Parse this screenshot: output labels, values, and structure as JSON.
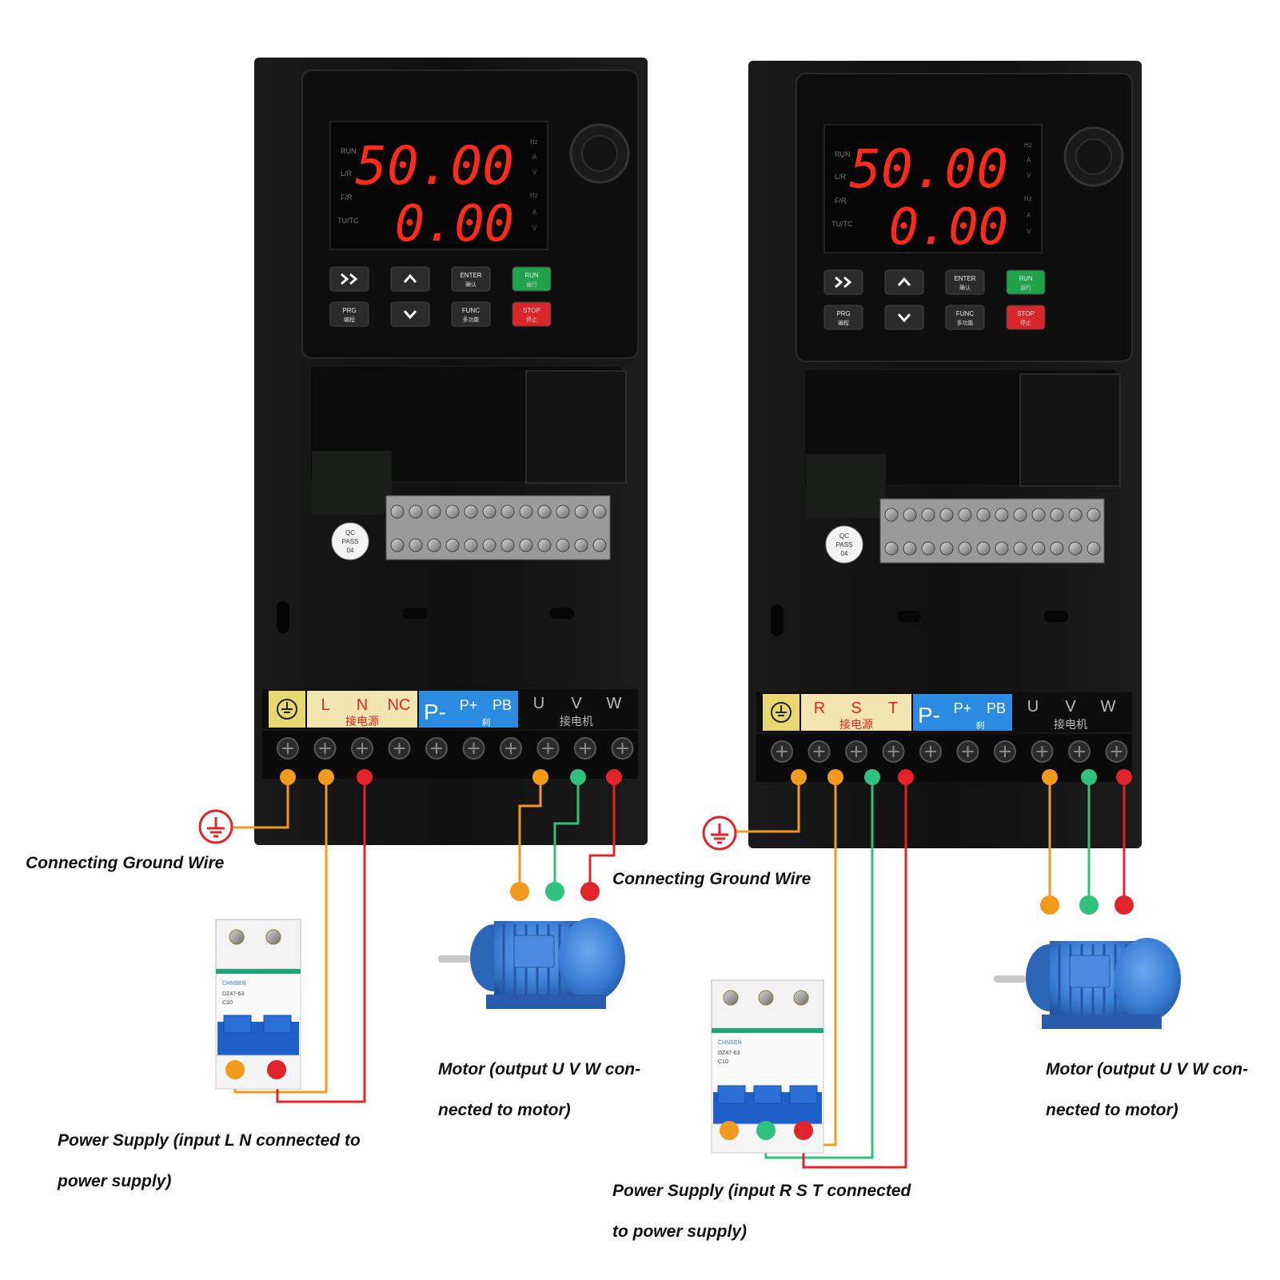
{
  "colors": {
    "ground": "#f29a1e",
    "phase_green": "#2ec27e",
    "phase_red": "#e0242a",
    "led": "#ff2a1a",
    "inverter_body": "#121212",
    "strip_yellow": "#f2e5b0",
    "strip_blue": "#2a8be0",
    "motor_blue": "#3a7ed6"
  },
  "inverters": [
    {
      "display": {
        "top": "50.00",
        "bottom": "0.00",
        "indicators": [
          "RUN",
          "L/R",
          "F/R",
          "TU/TC"
        ],
        "units_top": [
          "Hz",
          "A",
          "V"
        ],
        "units_bottom": [
          "Hz",
          "A",
          "V"
        ]
      },
      "keys": [
        {
          "id": "shift",
          "label": ">>",
          "sub": "",
          "icon": "double-chevron-right-icon",
          "color": "#2b2b2b"
        },
        {
          "id": "up",
          "label": "^",
          "sub": "",
          "icon": "chevron-up-icon",
          "color": "#2b2b2b"
        },
        {
          "id": "enter",
          "label": "ENTER",
          "sub": "确认",
          "icon": "",
          "color": "#2b2b2b"
        },
        {
          "id": "run",
          "label": "RUN",
          "sub": "运行",
          "icon": "",
          "color": "#1fa34a"
        },
        {
          "id": "prg",
          "label": "PRG",
          "sub": "编程",
          "icon": "",
          "color": "#2b2b2b"
        },
        {
          "id": "down",
          "label": "v",
          "sub": "",
          "icon": "chevron-down-icon",
          "color": "#2b2b2b"
        },
        {
          "id": "func",
          "label": "FUNC",
          "sub": "多功能",
          "icon": "",
          "color": "#2b2b2b"
        },
        {
          "id": "stop",
          "label": "STOP",
          "sub": "停止",
          "icon": "",
          "color": "#d8262b"
        }
      ],
      "terminals": {
        "input": [
          "L",
          "N",
          "NC"
        ],
        "input_caption": "接电源",
        "brake": [
          "P-",
          "P+",
          "PB"
        ],
        "brake_caption": "刹",
        "output": [
          "U",
          "V",
          "W"
        ],
        "output_caption": "接电机"
      },
      "qc_sticker": [
        "QC",
        "PASS",
        "04"
      ],
      "breaker": {
        "poles": 2,
        "brand": "CHNSEN",
        "model": "DZ47-63",
        "rating": "C10"
      }
    },
    {
      "display": {
        "top": "50.00",
        "bottom": "0.00",
        "indicators": [
          "RUN",
          "L/R",
          "F/R",
          "TU/TC"
        ],
        "units_top": [
          "Hz",
          "A",
          "V"
        ],
        "units_bottom": [
          "Hz",
          "A",
          "V"
        ]
      },
      "keys": [
        {
          "id": "shift",
          "label": ">>",
          "sub": "",
          "icon": "double-chevron-right-icon",
          "color": "#2b2b2b"
        },
        {
          "id": "up",
          "label": "^",
          "sub": "",
          "icon": "chevron-up-icon",
          "color": "#2b2b2b"
        },
        {
          "id": "enter",
          "label": "ENTER",
          "sub": "确认",
          "icon": "",
          "color": "#2b2b2b"
        },
        {
          "id": "run",
          "label": "RUN",
          "sub": "运行",
          "icon": "",
          "color": "#1fa34a"
        },
        {
          "id": "prg",
          "label": "PRG",
          "sub": "编程",
          "icon": "",
          "color": "#2b2b2b"
        },
        {
          "id": "down",
          "label": "v",
          "sub": "",
          "icon": "chevron-down-icon",
          "color": "#2b2b2b"
        },
        {
          "id": "func",
          "label": "FUNC",
          "sub": "多功能",
          "icon": "",
          "color": "#2b2b2b"
        },
        {
          "id": "stop",
          "label": "STOP",
          "sub": "停止",
          "icon": "",
          "color": "#d8262b"
        }
      ],
      "terminals": {
        "input": [
          "R",
          "S",
          "T"
        ],
        "input_caption": "接电源",
        "brake": [
          "P-",
          "P+",
          "PB"
        ],
        "brake_caption": "刹",
        "output": [
          "U",
          "V",
          "W"
        ],
        "output_caption": "接电机"
      },
      "qc_sticker": [
        "QC",
        "PASS",
        "04"
      ],
      "breaker": {
        "poles": 3,
        "brand": "CHNSEN",
        "model": "DZ47-63",
        "rating": "C10"
      }
    }
  ],
  "captions": {
    "ground_left": "Connecting Ground Wire",
    "ground_right": "Connecting Ground Wire",
    "motor_left": [
      "Motor (output U V W con-",
      "nected to motor)"
    ],
    "motor_right": [
      "Motor (output U V W con-",
      "nected to motor)"
    ],
    "power_left": [
      "Power Supply (input L N connected to",
      "power supply)"
    ],
    "power_right": [
      "Power Supply (input R S T connected",
      "to power supply)"
    ]
  }
}
